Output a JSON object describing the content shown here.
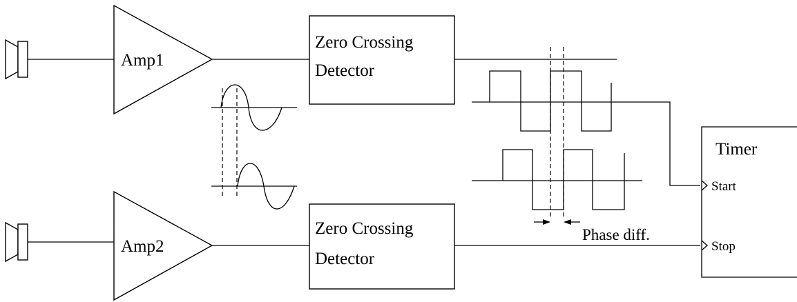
{
  "amplifiers": {
    "top": "Amp1",
    "bottom": "Amp2"
  },
  "detectors": {
    "top": [
      "Zero Crossing",
      "Detector"
    ],
    "bottom": [
      "Zero Crossing",
      "Detector"
    ]
  },
  "timer": {
    "title": "Timer",
    "start": "Start",
    "stop": "Stop"
  },
  "annotations": {
    "phase": "Phase diff."
  },
  "icons": {
    "microphone": "microphone-icon"
  }
}
